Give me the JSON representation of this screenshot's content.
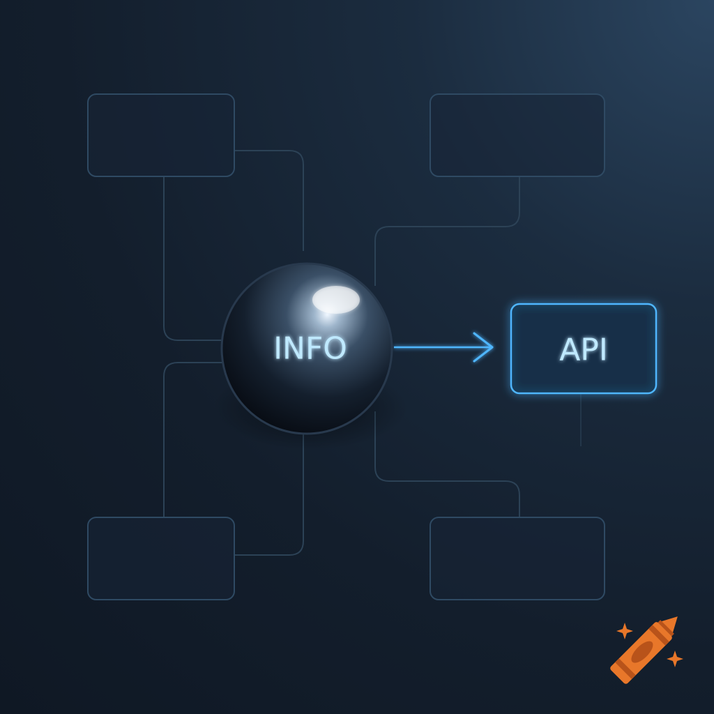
{
  "diagram": {
    "center_node": {
      "label": "INFO"
    },
    "target_node": {
      "label": "API"
    },
    "placeholder_nodes": [
      {
        "name": "top-left"
      },
      {
        "name": "top-right"
      },
      {
        "name": "bottom-left"
      },
      {
        "name": "bottom-right"
      }
    ]
  },
  "watermark": {
    "icon": "crayon-icon"
  },
  "colors": {
    "background": "#131e2c",
    "connector": "#2c4256",
    "box_border": "#2f4a63",
    "glow": "#4fb6ff",
    "label_text": "#bfe9ff",
    "crayon": "#e8772a"
  }
}
